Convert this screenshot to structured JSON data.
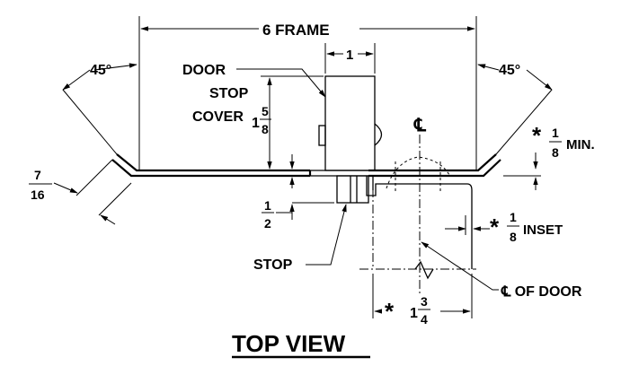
{
  "labels": {
    "frame": "6 FRAME",
    "stop_width": "1",
    "angle_left": "45°",
    "angle_right": "45°",
    "door_stop_cover_1": "DOOR",
    "door_stop_cover_2": "STOP",
    "door_stop_cover_3": "COVER",
    "cover_depth_whole": "1",
    "cover_depth_num": "5",
    "cover_depth_den": "8",
    "centerline_symbol": "℄",
    "min_star": "*",
    "min_num": "1",
    "min_den": "8",
    "min_text": "MIN.",
    "thickness_num": "7",
    "thickness_den": "16",
    "stop_depth_num": "1",
    "stop_depth_den": "2",
    "inset_star": "*",
    "inset_num": "1",
    "inset_den": "8",
    "inset_text": "INSET",
    "stop_label": "STOP",
    "cl_of_door": "℄ OF DOOR",
    "bottom_star": "*",
    "bottom_whole": "1",
    "bottom_num": "3",
    "bottom_den": "4",
    "view_title": "TOP VIEW"
  }
}
